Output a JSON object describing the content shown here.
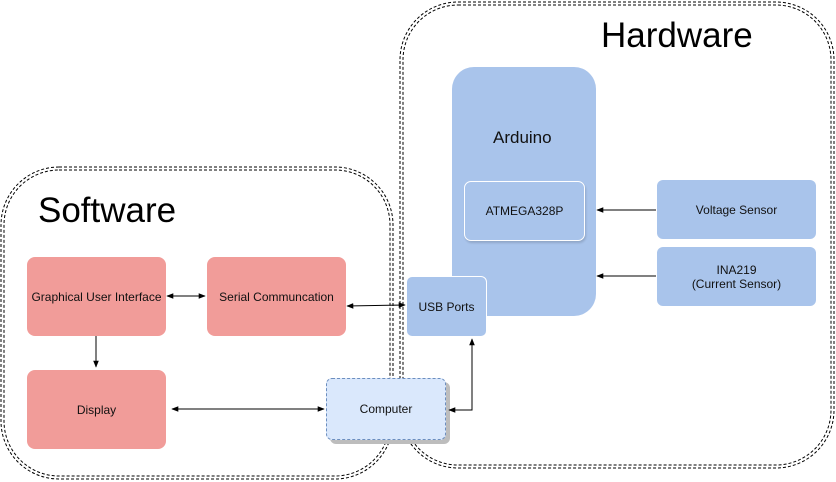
{
  "groups": {
    "software": "Software",
    "hardware": "Hardware"
  },
  "nodes": {
    "gui": "Graphical User Interface",
    "serial": "Serial Communcation",
    "display": "Display",
    "computer": "Computer",
    "usb": "USB Ports",
    "arduino": "Arduino",
    "atmega": "ATMEGA328P",
    "voltage_sensor": "Voltage Sensor",
    "ina219_line1": "INA219",
    "ina219_line2": "(Current Sensor)"
  },
  "colors": {
    "software_block": "#f19c99",
    "hardware_block": "#a9c4eb",
    "computer_block": "#dae8fc",
    "edge": "#000000"
  }
}
